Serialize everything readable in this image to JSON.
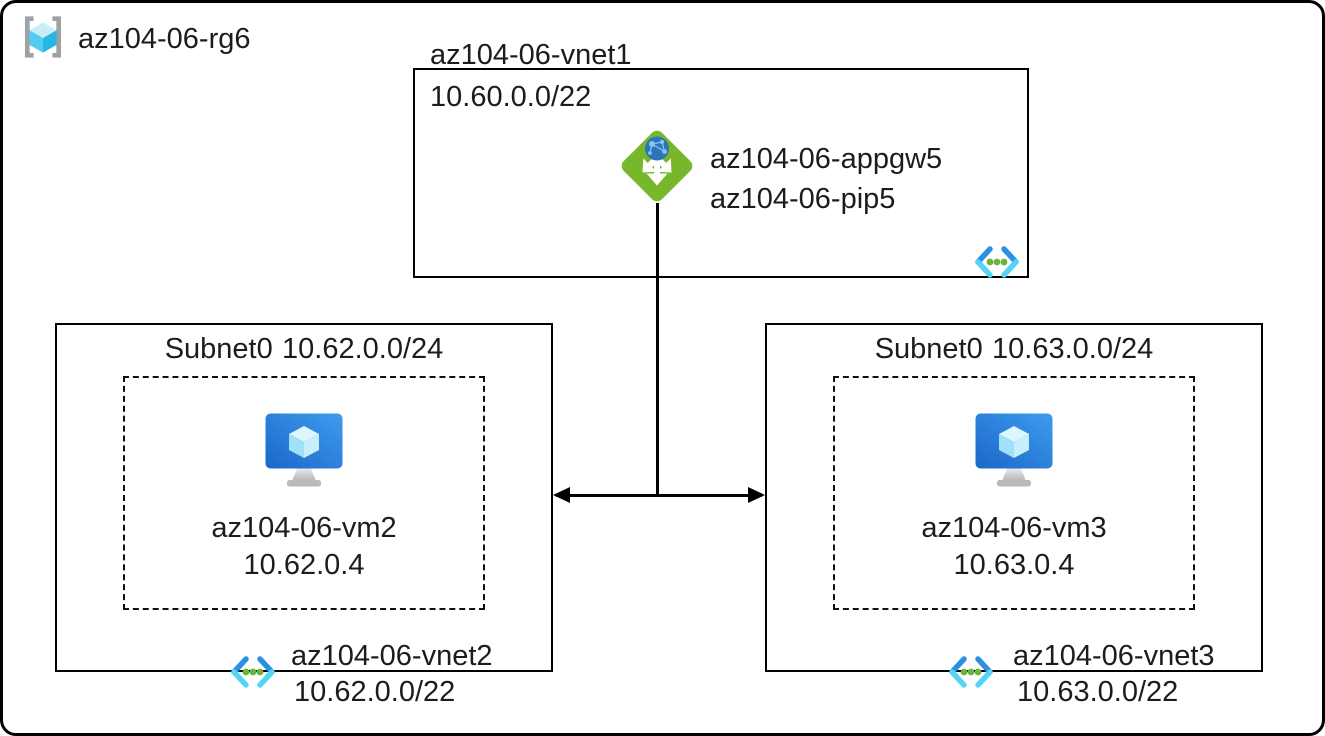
{
  "resource_group": {
    "label": "az104-06-rg6",
    "icon": "resource-group-icon"
  },
  "vnet1": {
    "label": "az104-06-vnet1",
    "address_prefix": "10.60.0.0/22",
    "app_gateway": {
      "name": "az104-06-appgw5",
      "public_ip": "az104-06-pip5",
      "icon": "application-gateway-icon"
    },
    "icon": "virtual-network-icon"
  },
  "vnet2": {
    "subnet": {
      "name": "Subnet0",
      "address_prefix": "10.62.0.0/24"
    },
    "vm": {
      "name": "az104-06-vm2",
      "private_ip": "10.62.0.4",
      "icon": "virtual-machine-icon"
    },
    "label": "az104-06-vnet2",
    "address_prefix": "10.62.0.0/22",
    "icon": "virtual-network-icon"
  },
  "vnet3": {
    "subnet": {
      "name": "Subnet0",
      "address_prefix": "10.63.0.0/24"
    },
    "vm": {
      "name": "az104-06-vm3",
      "private_ip": "10.63.0.4",
      "icon": "virtual-machine-icon"
    },
    "label": "az104-06-vnet3",
    "address_prefix": "10.63.0.0/22",
    "icon": "virtual-network-icon"
  },
  "colors": {
    "appgw_green": "#77b82b",
    "globe_blue": "#2d74bd",
    "vnet_chevron_blue": "#2b8fe3",
    "vnet_chevron_cyan": "#55d4f7",
    "vnet_dot_green": "#6ab43d",
    "vm_monitor_blue": "#2579d9",
    "rg_bracket_gray": "#9fa1a4",
    "cube_cyan": "#55cbf1",
    "line_black": "#000000"
  }
}
